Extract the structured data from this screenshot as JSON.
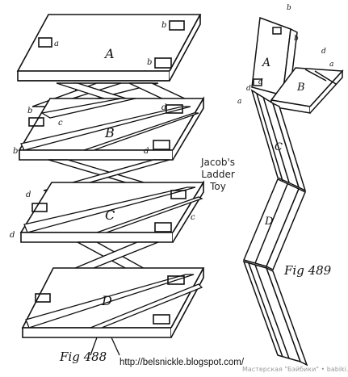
{
  "fig488": {
    "caption": "Fig 488",
    "boards": [
      {
        "label": "A",
        "tags": [
          "a",
          "b",
          "b"
        ]
      },
      {
        "label": "B",
        "tags": [
          "b",
          "c",
          "b",
          "d",
          "d"
        ]
      },
      {
        "label": "C",
        "tags": [
          "d",
          "c",
          "d"
        ]
      },
      {
        "label": "D",
        "tags": []
      }
    ]
  },
  "fig489": {
    "caption": "Fig 489",
    "labels": [
      "A",
      "B",
      "C",
      "D"
    ],
    "tags": [
      "b",
      "b",
      "d",
      "a",
      "d",
      "d",
      "a"
    ]
  },
  "title_lines": [
    "Jacob's",
    "Ladder",
    "Toy"
  ],
  "url": "http://belsnickle.blogspot.com/",
  "watermark": "Мастерская \"Бэйбики\" • babiki.ru"
}
